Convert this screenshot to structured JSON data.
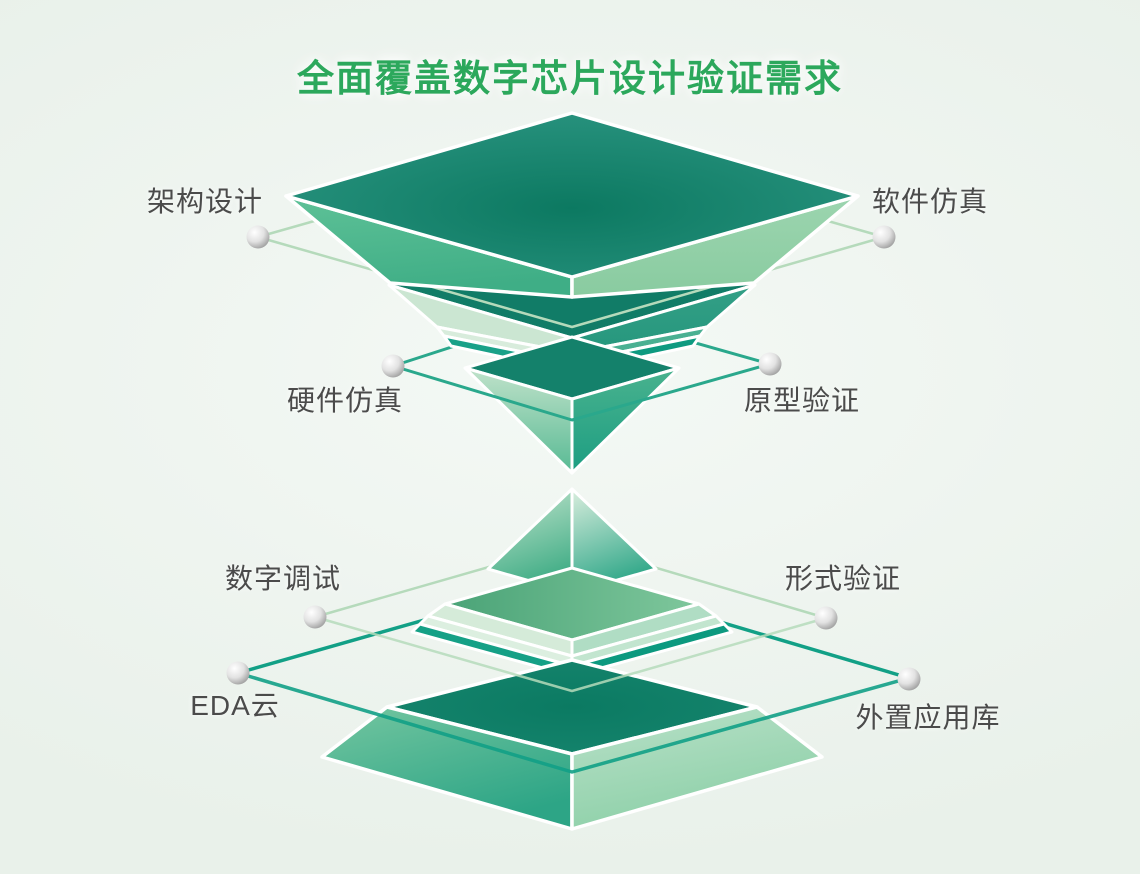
{
  "title": {
    "text": "全面覆盖数字芯片设计验证需求"
  },
  "labels": [
    {
      "id": "architecture-design",
      "text": "架构设计"
    },
    {
      "id": "software-simulation",
      "text": "软件仿真"
    },
    {
      "id": "hardware-emulation",
      "text": "硬件仿真"
    },
    {
      "id": "prototype-verification",
      "text": "原型验证"
    },
    {
      "id": "digital-debug",
      "text": "数字调试"
    },
    {
      "id": "formal-verification",
      "text": "形式验证"
    },
    {
      "id": "eda-cloud",
      "text": "EDA云"
    },
    {
      "id": "external-app-library",
      "text": "外置应用库"
    }
  ],
  "palette": {
    "title_green": "#2ca85c",
    "label_gray": "#4b4b4b",
    "dark_teal_face": "#0d7b64",
    "medium_green_face": "#52ba90",
    "light_green_face": "#95d0aa",
    "pale_green_face": "#cbe6d2",
    "teal_accent_line": "#12a086",
    "light_green_line": "#b5dabb",
    "sphere_gray": "#c9c9c9",
    "background": "#eef4ef"
  },
  "structure": {
    "top_pyramid_layers": 3,
    "bottom_pyramid_layers": 3,
    "orientation": "hourglass"
  }
}
